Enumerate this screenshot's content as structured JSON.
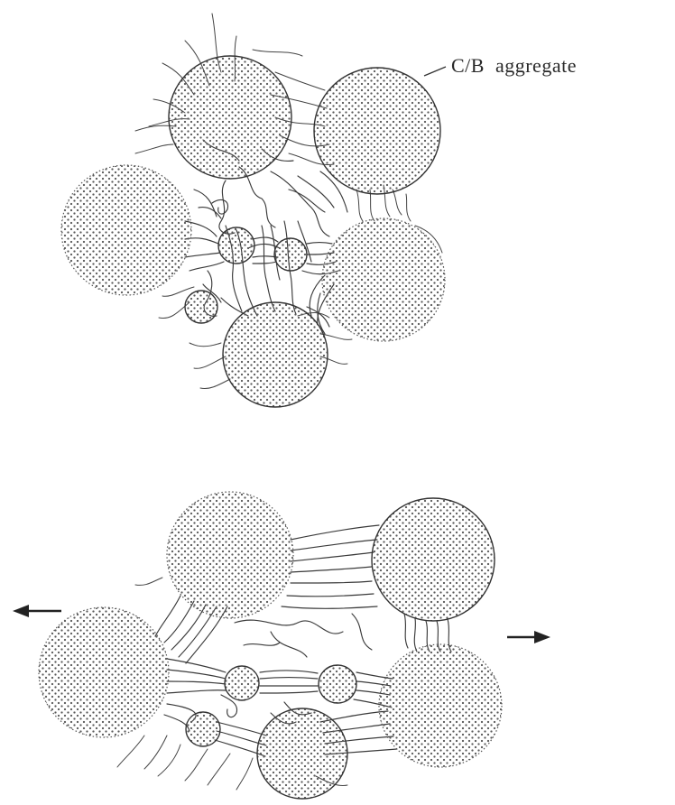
{
  "figure": {
    "callout_label": "C/B  aggregate",
    "panels": [
      {
        "name": "unstretched-network",
        "arrows": []
      },
      {
        "name": "stretched-network",
        "arrows": [
          "left",
          "right"
        ]
      }
    ],
    "colors": {
      "ink": "#333333",
      "dots": "#5a5a5a",
      "background": "#ffffff"
    }
  }
}
